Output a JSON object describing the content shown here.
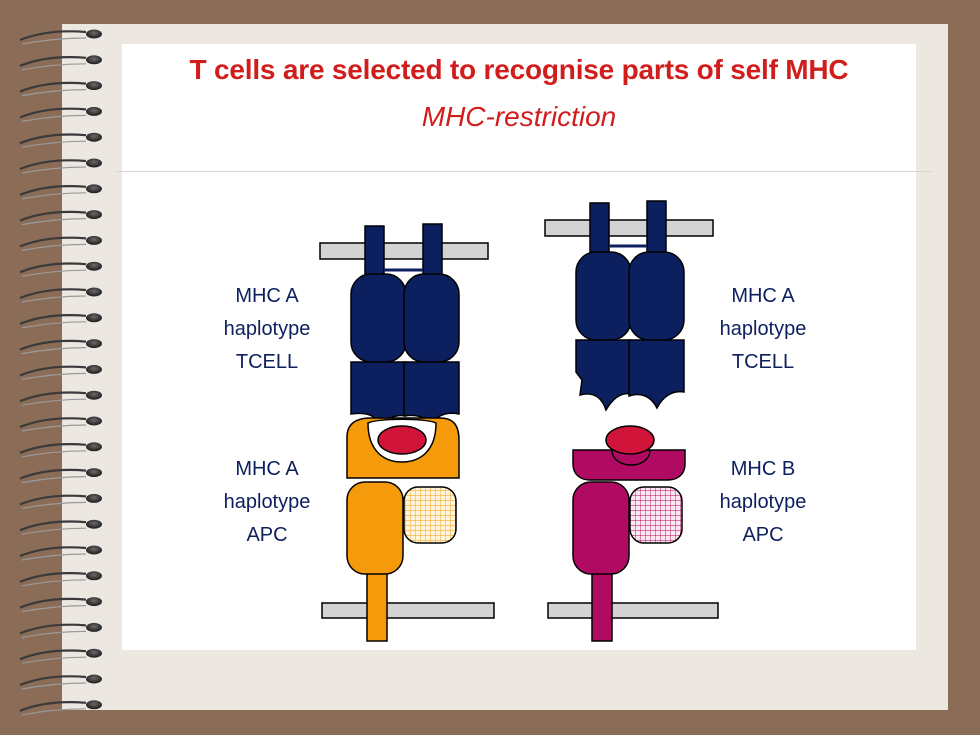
{
  "slide": {
    "title": "T cells are selected to recognise parts of self MHC",
    "subtitle": "MHC-restriction"
  },
  "left_pair": {
    "tcell_label": [
      "MHC A",
      "haplotype",
      "TCELL"
    ],
    "apc_label": [
      "MHC A",
      "haplotype",
      "APC"
    ]
  },
  "right_pair": {
    "tcell_label": [
      "MHC A",
      "haplotype",
      "TCELL"
    ],
    "apc_label": [
      "MHC B",
      "haplotype",
      "APC"
    ]
  },
  "colors": {
    "background": "#8b6c57",
    "paper": "#ece7e1",
    "title": "#d21d1d",
    "label": "#0c1f5e",
    "tcr": "#0c1f5e",
    "mhc_a": "#f59a0a",
    "mhc_b": "#b00a63",
    "peptide": "#d0143a",
    "membrane": "#d3d3d3"
  },
  "icons": {
    "binding": "spiral-binding-icon"
  }
}
